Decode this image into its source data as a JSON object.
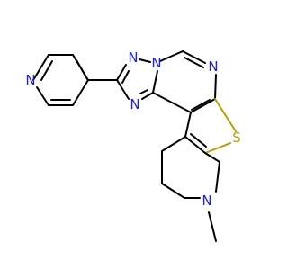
{
  "molecule": {
    "atom_labels": {
      "n_pyridine": "N",
      "n_triazole_top": "N",
      "n_triazole_bridge": "N",
      "n_triazole_bottom": "N",
      "n_pyrimidine": "N",
      "s_thiophene": "S",
      "n_piperidine": "N"
    },
    "colors": {
      "nitrogen": "#2020e0",
      "sulfur": "#b8a000",
      "carbon_bond": "#000000"
    }
  }
}
